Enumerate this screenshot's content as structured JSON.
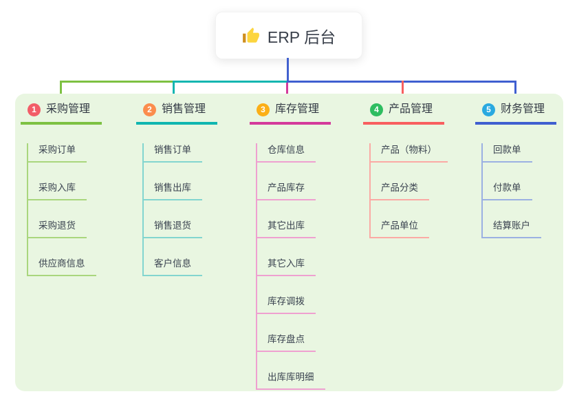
{
  "root": {
    "label": "ERP 后台",
    "icon": "thumbs-up-icon"
  },
  "connector_colors": {
    "root_drop": "#4160cf"
  },
  "branches": [
    {
      "badge": "1",
      "label": "采购管理",
      "color": "#7dc142",
      "light": "#a9d67d",
      "badge_color": "#f25d68",
      "children": [
        "采购订单",
        "采购入库",
        "采购退货",
        "供应商信息"
      ]
    },
    {
      "badge": "2",
      "label": "销售管理",
      "color": "#10b6b0",
      "light": "#82d5cf",
      "badge_color": "#fb8d4d",
      "children": [
        "销售订单",
        "销售出库",
        "销售退货",
        "客户信息"
      ]
    },
    {
      "badge": "3",
      "label": "库存管理",
      "color": "#d43a9b",
      "light": "#efa0d0",
      "badge_color": "#fbaf17",
      "children": [
        "仓库信息",
        "产品库存",
        "其它出库",
        "其它入库",
        "库存调拨",
        "库存盘点",
        "出库库明细"
      ]
    },
    {
      "badge": "4",
      "label": "产品管理",
      "color": "#f85f5f",
      "light": "#fbaaa4",
      "badge_color": "#2ebd60",
      "children": [
        "产品（物料）",
        "产品分类",
        "产品单位"
      ]
    },
    {
      "badge": "5",
      "label": "财务管理",
      "color": "#3f5fd0",
      "light": "#9bb0e2",
      "badge_color": "#2aa9e0",
      "children": [
        "回款单",
        "付款单",
        "结算账户"
      ]
    }
  ]
}
